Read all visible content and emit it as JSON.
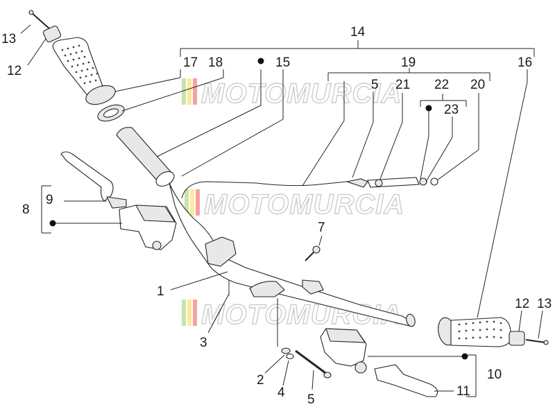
{
  "diagram": {
    "callouts": {
      "c1": "1",
      "c2": "2",
      "c3": "3",
      "c4": "4",
      "c5": "5",
      "c5b": "5",
      "c7": "7",
      "c8": "8",
      "c9": "9",
      "c10": "10",
      "c11": "11",
      "c12_left": "12",
      "c12_right": "12",
      "c13_left": "13",
      "c13_right": "13",
      "c14": "14",
      "c15": "15",
      "c16": "16",
      "c17": "17",
      "c18": "18",
      "c19": "19",
      "c20": "20",
      "c21": "21",
      "c22": "22",
      "c23": "23"
    },
    "watermark": "MOTOMURCIA",
    "colors": {
      "line": "#222222",
      "watermark": "#b9bcc2",
      "flag_green": "#9ccc65",
      "flag_yellow": "#ffd54f",
      "flag_red": "#ef5350"
    }
  }
}
